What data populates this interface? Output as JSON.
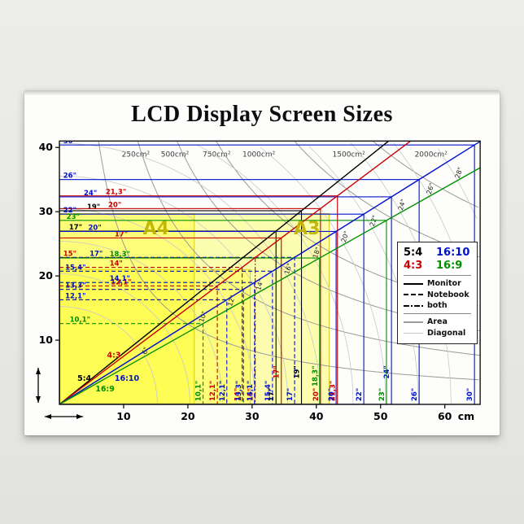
{
  "title": "LCD Display Screen Sizes",
  "axes": {
    "x_ticks": [
      10,
      20,
      30,
      40,
      50,
      60
    ],
    "y_ticks": [
      10,
      20,
      30,
      40
    ],
    "unit": "cm"
  },
  "legend": {
    "ratios": [
      {
        "label": "5:4",
        "color": "#000000"
      },
      {
        "label": "16:10",
        "color": "#0011cc"
      },
      {
        "label": "4:3",
        "color": "#cc0000"
      },
      {
        "label": "16:9",
        "color": "#008f00"
      }
    ],
    "styles": [
      {
        "label": "Monitor"
      },
      {
        "label": "Notebook"
      },
      {
        "label": "both"
      }
    ],
    "curves": [
      {
        "label": "Area"
      },
      {
        "label": "Diagonal"
      }
    ]
  },
  "chart_data": {
    "type": "line",
    "title": "LCD Display Screen Sizes",
    "xlabel": "cm",
    "ylabel": "cm",
    "xlim": [
      0,
      65.5
    ],
    "ylim": [
      0,
      41
    ],
    "grid": false,
    "area_label_y_cm": 38.6,
    "area_curves": [
      {
        "area_cm2": 250,
        "label": "250cm²",
        "label_x_cm": 9.7
      },
      {
        "area_cm2": 500,
        "label": "500cm²",
        "label_x_cm": 15.8
      },
      {
        "area_cm2": 750,
        "label": "750cm²",
        "label_x_cm": 22.3
      },
      {
        "area_cm2": 1000,
        "label": "1000cm²",
        "label_x_cm": 28.5
      },
      {
        "area_cm2": 1500,
        "label": "1500cm²",
        "label_x_cm": 42.5
      },
      {
        "area_cm2": 2000,
        "label": "2000cm²",
        "label_x_cm": 55.3
      }
    ],
    "diagonal_arcs": {
      "diagonals_in": [
        6,
        8,
        10,
        12,
        14,
        16,
        18,
        20,
        22,
        24,
        26,
        28,
        30
      ],
      "labeled": [
        6,
        10,
        12,
        14,
        16,
        18,
        20,
        22,
        24,
        26,
        28
      ]
    },
    "paper_sizes": [
      {
        "name": "A3",
        "w_cm": 42.0,
        "h_cm": 29.7,
        "label": "A3",
        "show_label": true,
        "label_x_cm": 36.5,
        "label_y_cm": 26.5
      },
      {
        "name": "A4",
        "w_cm": 29.7,
        "h_cm": 21.0,
        "label": "A4",
        "show_label": false,
        "label_x_cm": 0,
        "label_y_cm": 0
      },
      {
        "name": "A4",
        "w_cm": 21.0,
        "h_cm": 29.7,
        "label": "A4",
        "show_label": true,
        "label_x_cm": 13.0,
        "label_y_cm": 26.5
      }
    ],
    "ratio_series": [
      {
        "name": "5:4",
        "color": "#000000",
        "w": 5,
        "h": 4,
        "label_pos_cm": [
          2.8,
          3.7
        ],
        "sizes": [
          {
            "label": "17\"",
            "diag_in": 17,
            "type": "monitor",
            "lx": 1.5,
            "ry": 0.5
          },
          {
            "label": "19\"",
            "diag_in": 19,
            "type": "monitor",
            "lx": 4.3,
            "ry": 4.0
          }
        ]
      },
      {
        "name": "4:3",
        "color": "#cc0000",
        "w": 4,
        "h": 3,
        "label_pos_cm": [
          7.4,
          7.3
        ],
        "sizes": [
          {
            "label": "12,1\"",
            "diag_in": 12.1,
            "type": "notebook",
            "lx": 8.0,
            "ry": 0.5
          },
          {
            "label": "14\"",
            "diag_in": 14,
            "type": "notebook",
            "lx": 7.8,
            "ry": 0.5
          },
          {
            "label": "15\"",
            "diag_in": 15,
            "type": "both",
            "lx": 0.6,
            "ry": 0.5
          },
          {
            "label": "17\"",
            "diag_in": 17,
            "type": "monitor",
            "lx": 8.6,
            "ry": 4.0
          },
          {
            "label": "20\"",
            "diag_in": 20,
            "type": "monitor",
            "lx": 7.6,
            "ry": 0.5
          },
          {
            "label": "21,3\"",
            "diag_in": 21.3,
            "type": "monitor",
            "lx": 7.2,
            "ry": 0.5
          }
        ]
      },
      {
        "name": "16:10",
        "color": "#0011cc",
        "w": 16,
        "h": 10,
        "label_pos_cm": [
          8.6,
          3.7
        ],
        "sizes": [
          {
            "label": "12,1\"",
            "diag_in": 12.1,
            "type": "notebook",
            "lx": 0.9,
            "ry": 0.5
          },
          {
            "label": "13,3\"",
            "diag_in": 13.3,
            "type": "notebook",
            "lx": 0.9,
            "ry": 0.5
          },
          {
            "label": "14,1\"",
            "diag_in": 14.1,
            "type": "notebook",
            "lx": 7.8,
            "ry": 0.5
          },
          {
            "label": "15,4\"",
            "diag_in": 15.4,
            "type": "notebook",
            "lx": 0.9,
            "ry": 0.5
          },
          {
            "label": "17\"",
            "diag_in": 17,
            "type": "notebook",
            "lx": 4.7,
            "ry": 0.5
          },
          {
            "label": "20\"",
            "diag_in": 20,
            "type": "monitor",
            "lx": 4.5,
            "ry": 0.5
          },
          {
            "label": "22\"",
            "diag_in": 22,
            "type": "monitor",
            "lx": 0.6,
            "ry": 0.5
          },
          {
            "label": "24\"",
            "diag_in": 24,
            "type": "monitor",
            "lx": 3.8,
            "ry": 4.0
          },
          {
            "label": "26\"",
            "diag_in": 26,
            "type": "monitor",
            "lx": 0.6,
            "ry": 0.5
          },
          {
            "label": "30\"",
            "diag_in": 30,
            "type": "monitor",
            "lx": 0.6,
            "ry": 0.5
          }
        ]
      },
      {
        "name": "16:9",
        "color": "#008f00",
        "w": 16,
        "h": 9,
        "label_pos_cm": [
          5.6,
          2.0
        ],
        "sizes": [
          {
            "label": "10,1\"",
            "diag_in": 10.1,
            "type": "notebook",
            "lx": 1.6,
            "ry": 0.5
          },
          {
            "label": "18,3\"",
            "diag_in": 18.3,
            "type": "monitor",
            "lx": 7.8,
            "ry": 2.8
          },
          {
            "label": "23\"",
            "diag_in": 23,
            "type": "monitor",
            "lx": 1.1,
            "ry": 0.5
          }
        ]
      }
    ]
  }
}
